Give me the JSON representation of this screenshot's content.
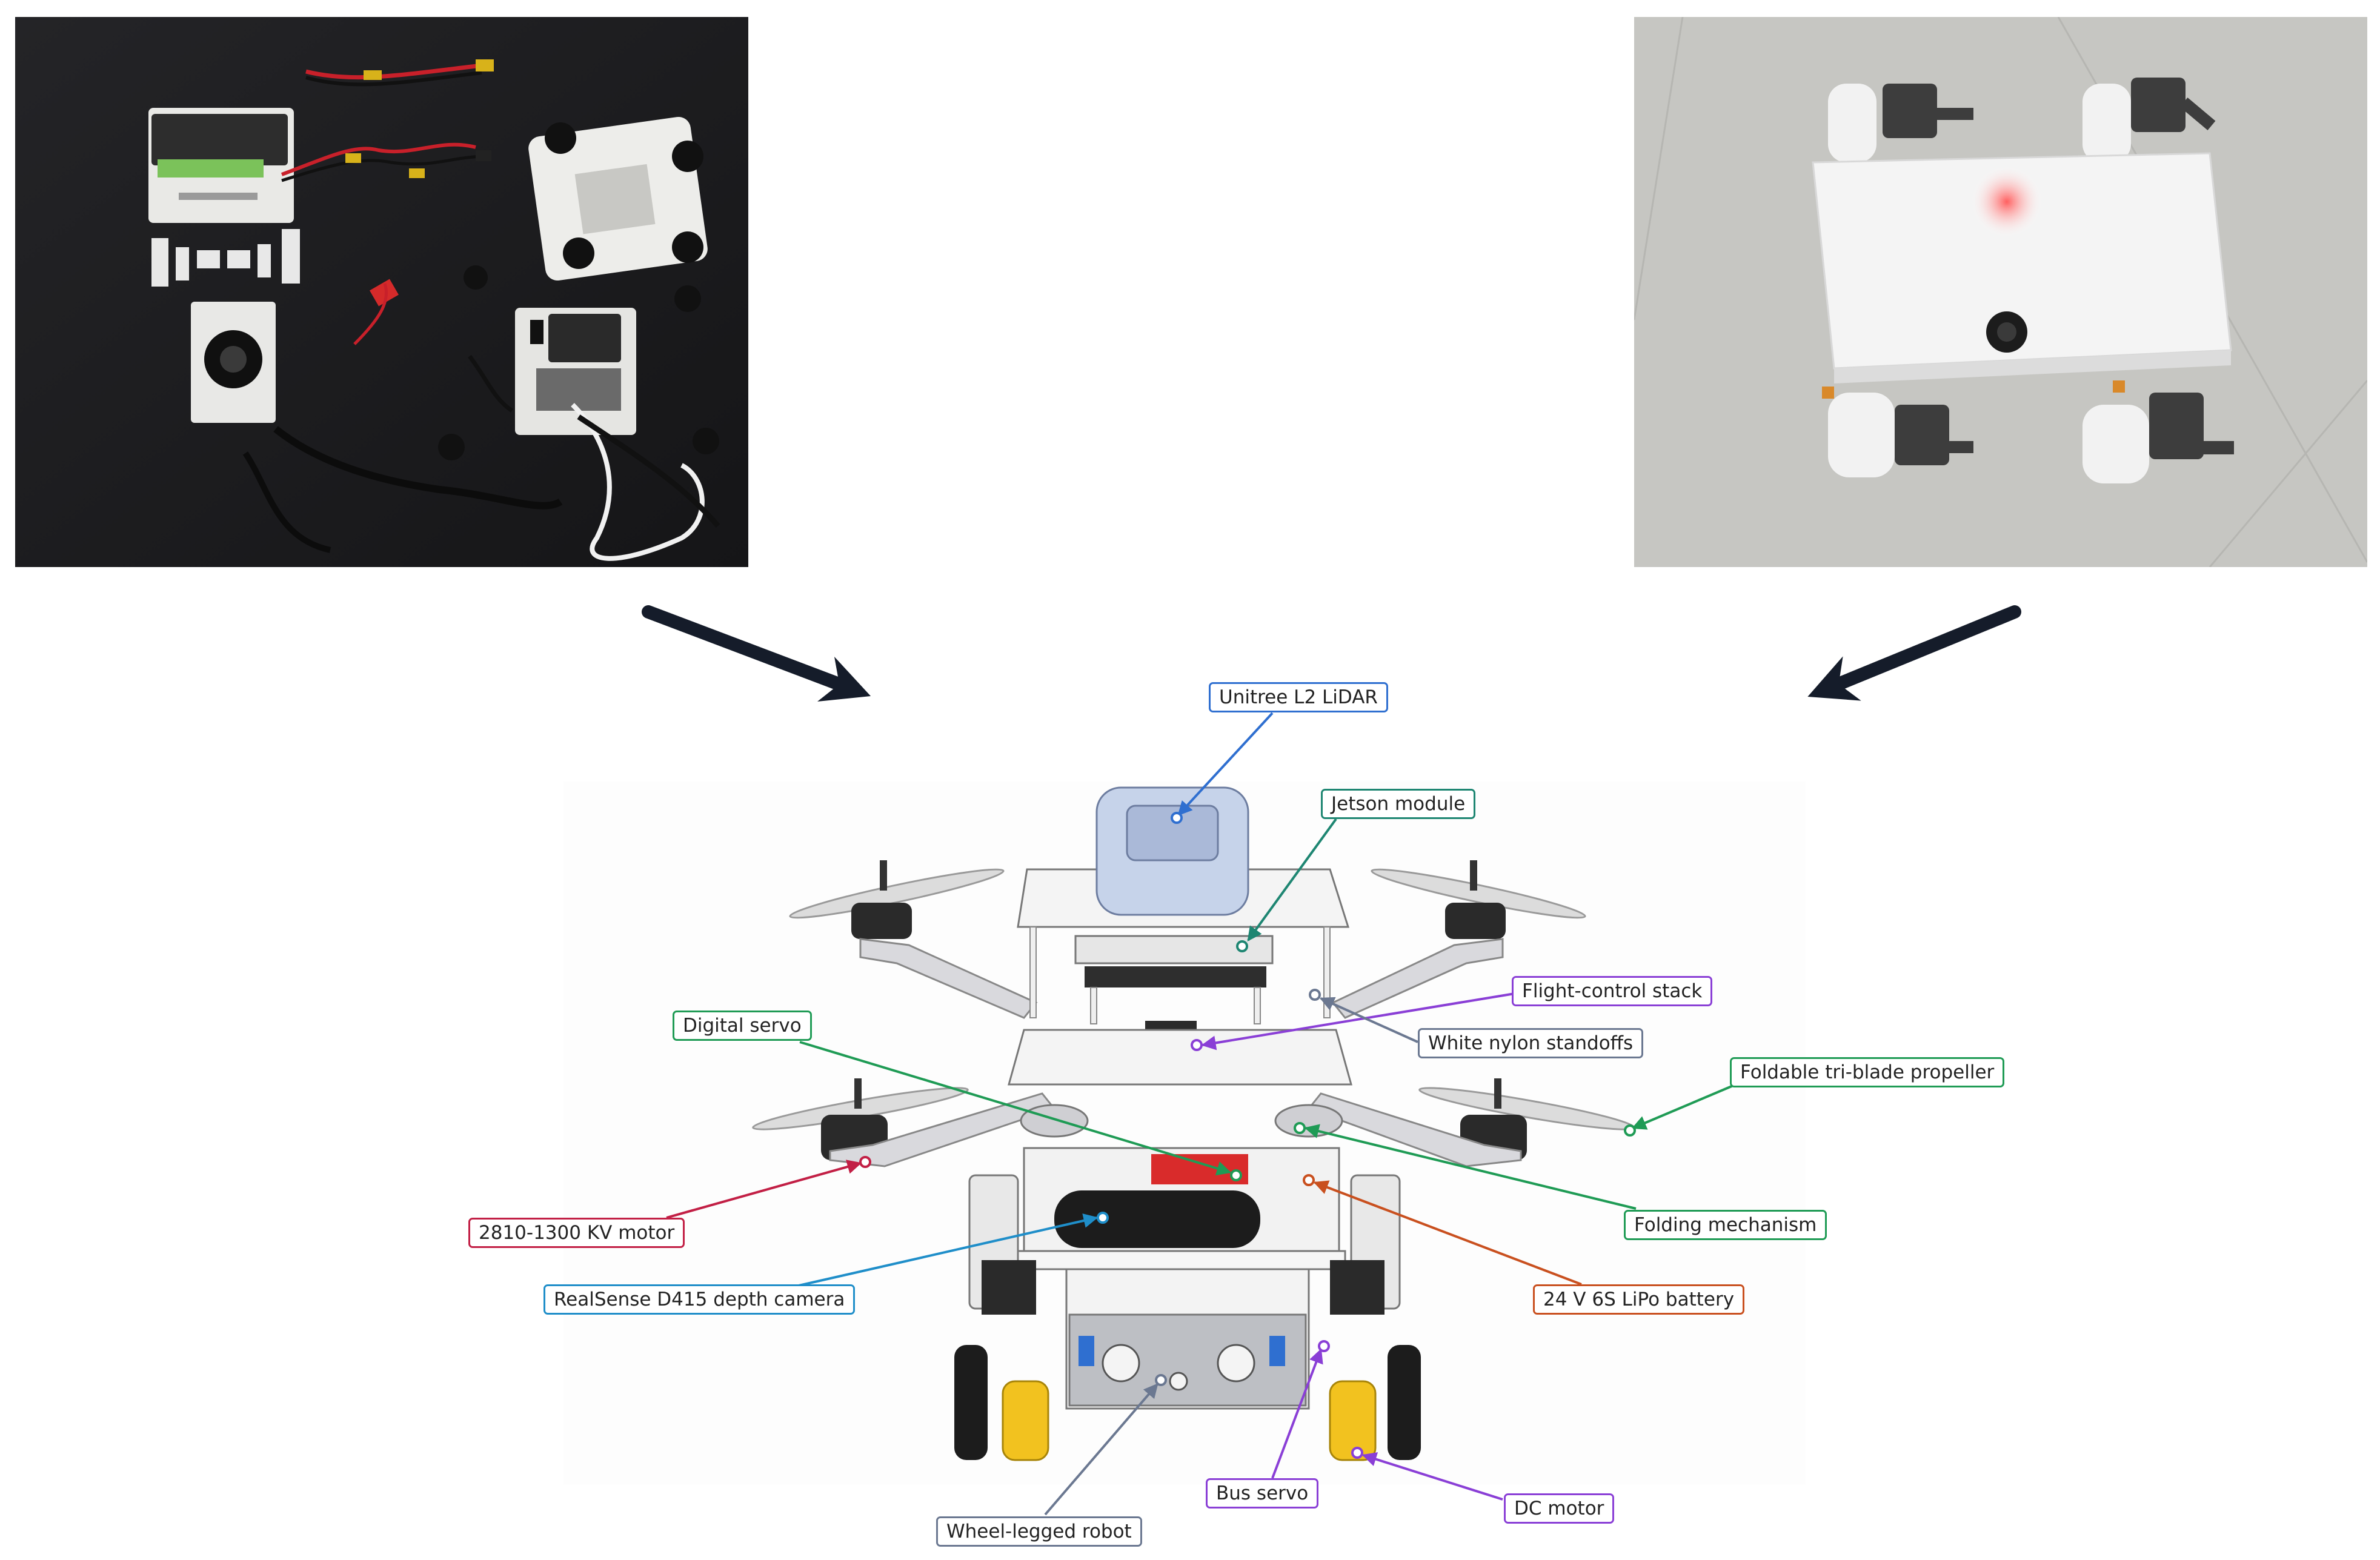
{
  "colors": {
    "background": "#ffffff",
    "arrow": "#151c2a",
    "blue": "#2f6fd0",
    "teal": "#1e8672",
    "purple": "#8a3fd6",
    "gray": "#6b7891",
    "green": "#1f9b55",
    "crimson": "#c21f45",
    "sky": "#1f8ec9",
    "orange": "#c9501f"
  },
  "photos": {
    "left": "component-kit-photo",
    "right": "wheel-legged-robot-photo"
  },
  "callouts": {
    "lidar": "Unitree L2 LiDAR",
    "jetson": "Jetson module",
    "flight_stack": "Flight-control stack",
    "standoffs": "White nylon standoffs",
    "digital_servo": "Digital servo",
    "propeller": "Foldable tri-blade propeller",
    "motor": "2810-1300 KV motor",
    "folding": "Folding mechanism",
    "camera": "RealSense D415 depth camera",
    "battery": "24 V 6S LiPo battery",
    "bus_servo": "Bus servo",
    "dc_motor": "DC motor",
    "robot": "Wheel-legged robot"
  }
}
